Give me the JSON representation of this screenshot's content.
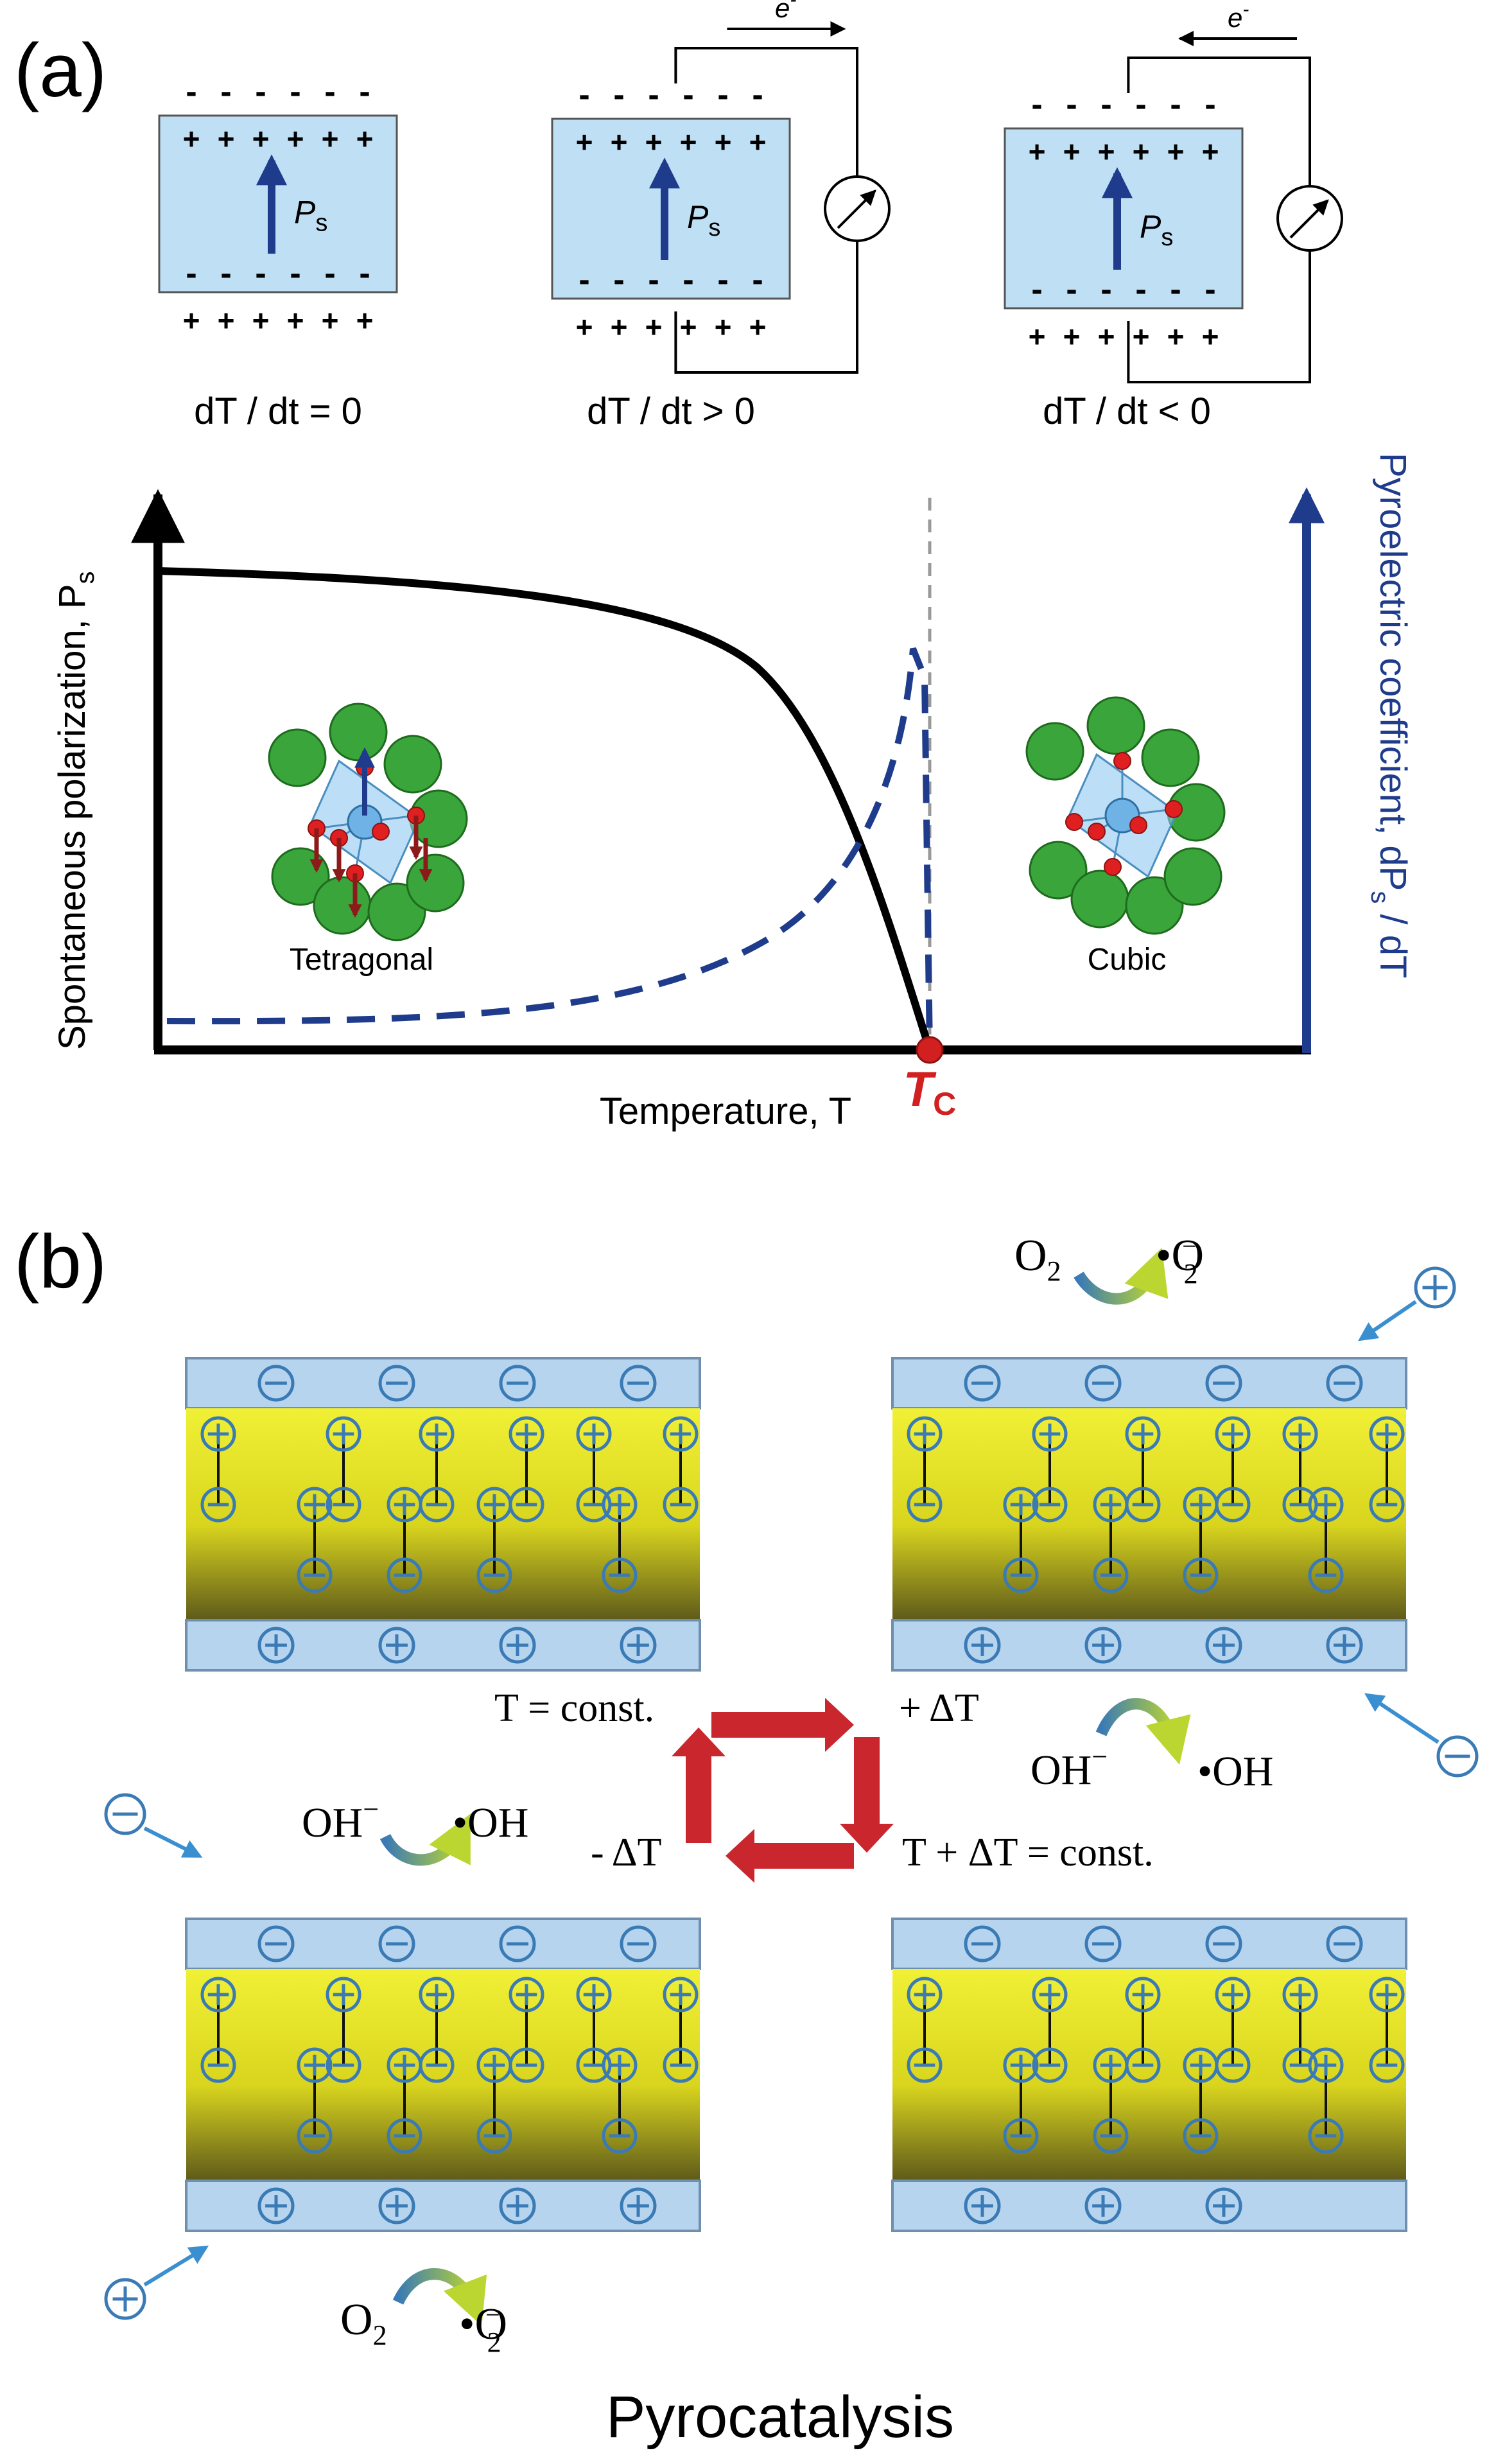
{
  "panel_a": {
    "label": "(a)",
    "cell_symbol": "P",
    "cell_subscript": "s",
    "electron": "e",
    "electron_sup": "-",
    "conditions": [
      "dT / dt = 0",
      "dT / dt > 0",
      "dT / dt < 0"
    ],
    "y_axis_left": "Spontaneous polarization, P",
    "y_axis_left_sub": "s",
    "y_axis_right_prefix": "Pyroelectric coefficient, dP",
    "y_axis_right_sub": "s",
    "y_axis_right_suffix": " / dT",
    "x_axis": "Temperature, T",
    "tc": "T",
    "tc_sub": "C",
    "phase_left": "Tetragonal",
    "phase_right": "Cubic",
    "colors": {
      "curve": "#000000",
      "dashed": "#1f3b8c",
      "accent": "#d21f1f",
      "cell": "#bfdff5",
      "atom": "#3aa53a"
    }
  },
  "panel_b": {
    "label": "(b)",
    "title": "Pyrocatalysis",
    "states": [
      "T = const.",
      "+ ΔT",
      "T + ΔT = const.",
      "- ΔT"
    ],
    "species": {
      "o2": "O",
      "o2_sub": "2",
      "superoxide": "•O",
      "superoxide_sub": "2",
      "superoxide_sup": "−",
      "hydroxide": "OH",
      "hydroxide_sup": "−",
      "radical": "•OH"
    },
    "colors": {
      "layer": "#b7d4ee",
      "yellow": "#ecec2e",
      "charge": "#3a7ab5",
      "arrow": "#c9272d"
    }
  }
}
